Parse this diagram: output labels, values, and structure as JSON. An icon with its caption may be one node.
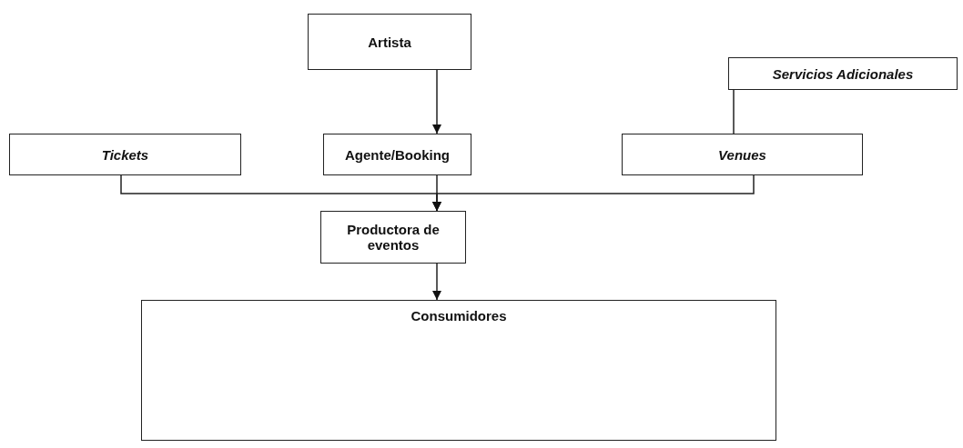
{
  "diagram": {
    "nodes": [
      {
        "text": [
          "Artista"
        ]
      },
      {
        "text": [
          "Servicios Adicionales"
        ]
      },
      {
        "text": [
          "Tickets"
        ]
      },
      {
        "text": [
          "Agente/Booking"
        ]
      },
      {
        "text": [
          "Venues"
        ]
      },
      {
        "text": [
          "Productora de eventos"
        ]
      },
      {
        "text": [
          "Consumidores"
        ]
      }
    ],
    "edges": [
      {
        "from": 0,
        "to": 3,
        "arrow": "to"
      },
      {
        "from": 1,
        "to": 4,
        "arrow": "none"
      },
      {
        "from": 2,
        "to": 5,
        "arrow": "to"
      },
      {
        "from": 3,
        "to": 5,
        "arrow": "to"
      },
      {
        "from": 4,
        "to": 5,
        "arrow": "to"
      },
      {
        "from": 5,
        "to": 6,
        "arrow": "to"
      }
    ]
  }
}
